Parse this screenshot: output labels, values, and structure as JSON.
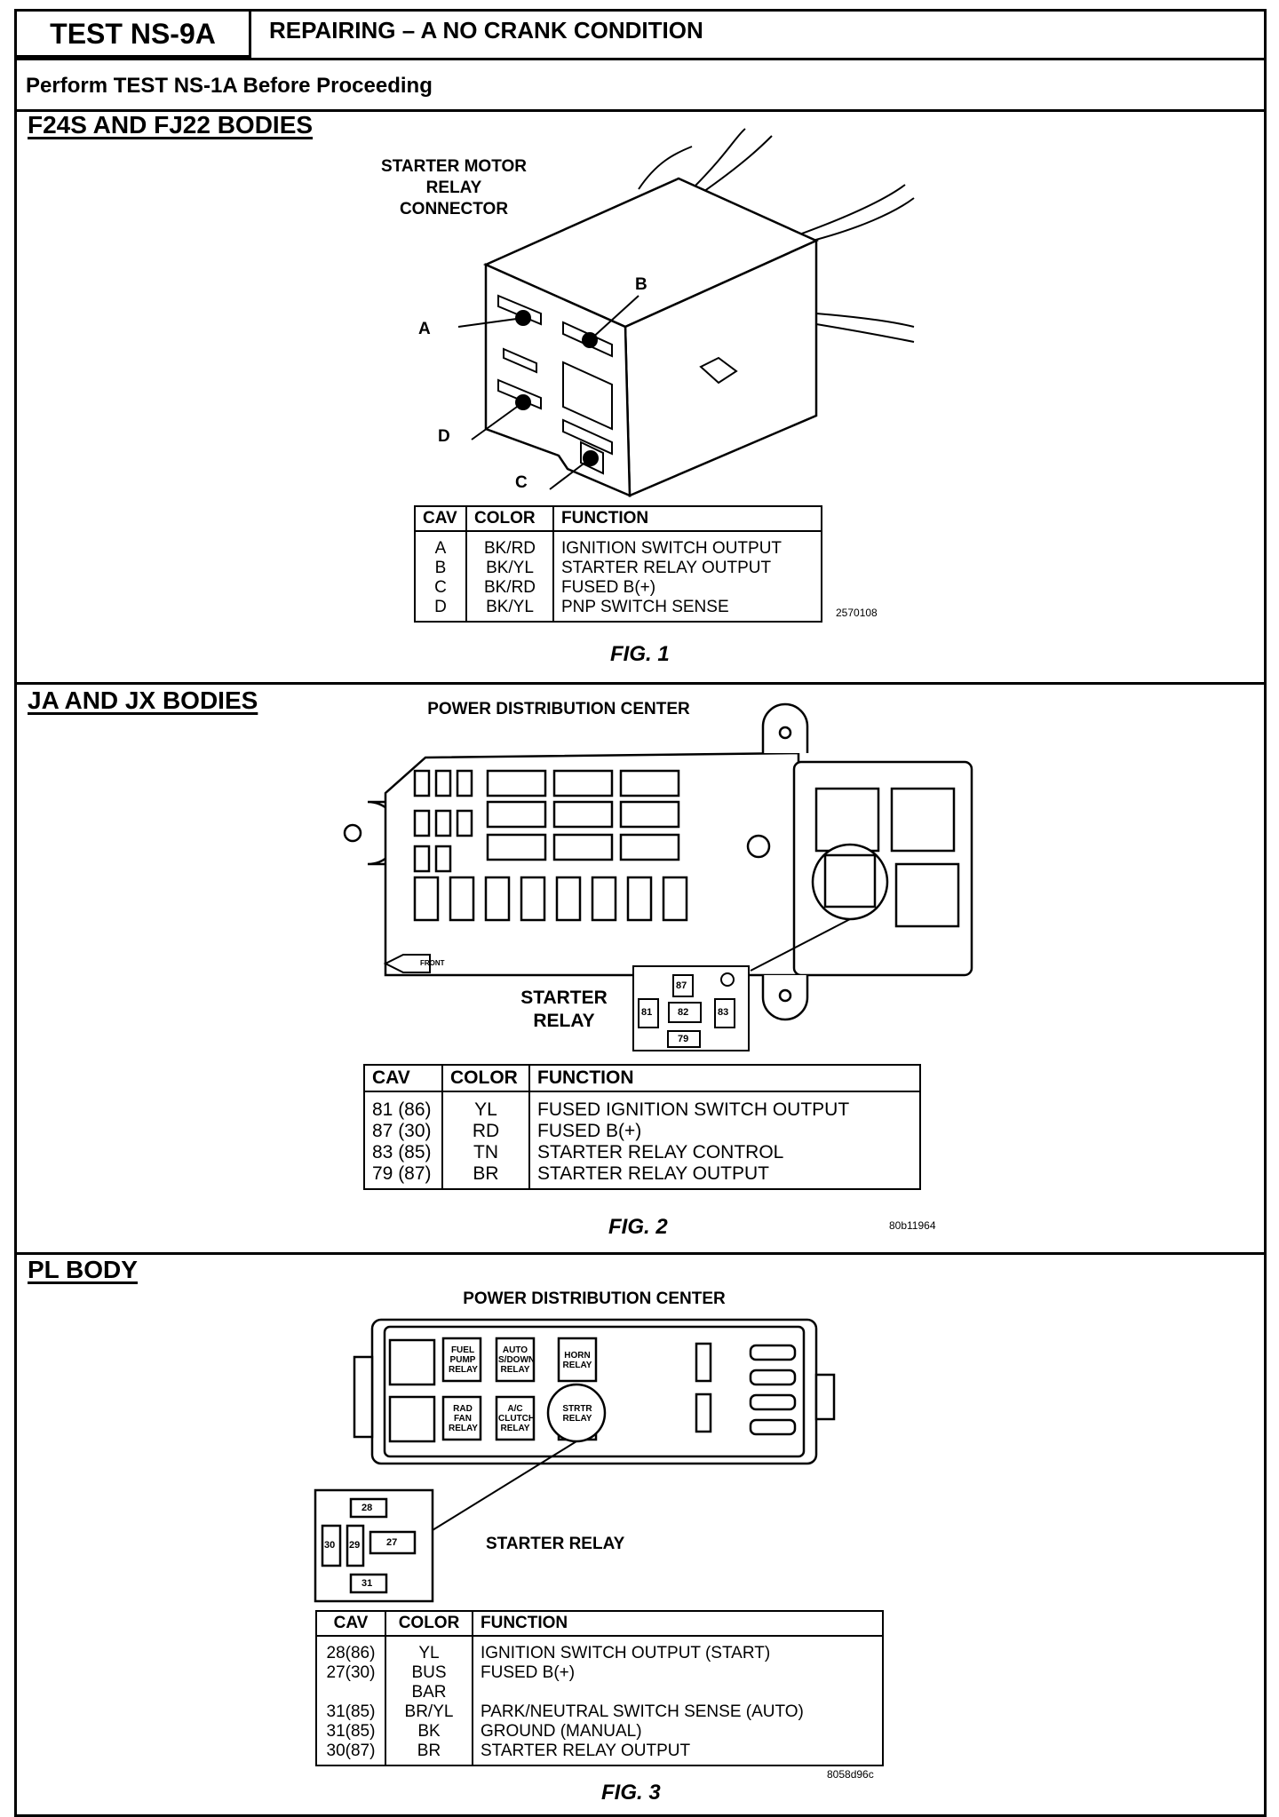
{
  "header": {
    "test_id": "TEST NS-9A",
    "title": "REPAIRING – A NO CRANK CONDITION",
    "perform_note": "Perform TEST NS-1A Before Proceeding"
  },
  "section1": {
    "heading": "F24S AND FJ22 BODIES",
    "connector_label": "STARTER MOTOR RELAY CONNECTOR",
    "pins": [
      "A",
      "B",
      "C",
      "D"
    ],
    "table_headers": [
      "CAV",
      "COLOR",
      "FUNCTION"
    ],
    "rows": [
      [
        "A",
        "BK/RD",
        "IGNITION SWITCH OUTPUT"
      ],
      [
        "B",
        "BK/YL",
        "STARTER RELAY OUTPUT"
      ],
      [
        "C",
        "BK/RD",
        "FUSED B(+)"
      ],
      [
        "D",
        "BK/YL",
        "PNP SWITCH SENSE"
      ]
    ],
    "code": "2570108",
    "figure": "FIG. 1"
  },
  "section2": {
    "heading": "JA AND JX BODIES",
    "center_label": "POWER DISTRIBUTION CENTER",
    "front_label": "FRONT",
    "relay_label": "STARTER RELAY",
    "relay_pins": [
      "87",
      "81",
      "82",
      "83",
      "79"
    ],
    "table_headers": [
      "CAV",
      "COLOR",
      "FUNCTION"
    ],
    "rows": [
      [
        "81 (86)",
        "YL",
        "FUSED IGNITION SWITCH OUTPUT"
      ],
      [
        "87 (30)",
        "RD",
        "FUSED B(+)"
      ],
      [
        "83 (85)",
        "TN",
        "STARTER RELAY CONTROL"
      ],
      [
        "79 (87)",
        "BR",
        "STARTER RELAY OUTPUT"
      ]
    ],
    "code": "80b11964",
    "figure": "FIG. 2"
  },
  "section3": {
    "heading": "PL BODY",
    "center_label": "POWER DISTRIBUTION CENTER",
    "relays": {
      "fuel_pump": "FUEL PUMP RELAY",
      "auto_shutdown": "AUTO S/DOWN RELAY",
      "horn": "HORN RELAY",
      "rad_fan": "RAD FAN RELAY",
      "ac_clutch": "A/C CLUTCH RELAY",
      "starter": "STRTR RELAY"
    },
    "relay_label": "STARTER RELAY",
    "relay_pins": [
      "28",
      "30",
      "29",
      "27",
      "31"
    ],
    "table_headers": [
      "CAV",
      "COLOR",
      "FUNCTION"
    ],
    "rows": [
      [
        "28(86)",
        "YL",
        "IGNITION SWITCH OUTPUT (START)"
      ],
      [
        "27(30)",
        "BUS BAR",
        "FUSED B(+)"
      ],
      [
        "31(85)",
        "BR/YL",
        "PARK/NEUTRAL SWITCH SENSE (AUTO)"
      ],
      [
        "31(85)",
        "BK",
        "GROUND (MANUAL)"
      ],
      [
        "30(87)",
        "BR",
        "STARTER RELAY OUTPUT"
      ]
    ],
    "code": "8058d96c",
    "figure": "FIG. 3"
  }
}
